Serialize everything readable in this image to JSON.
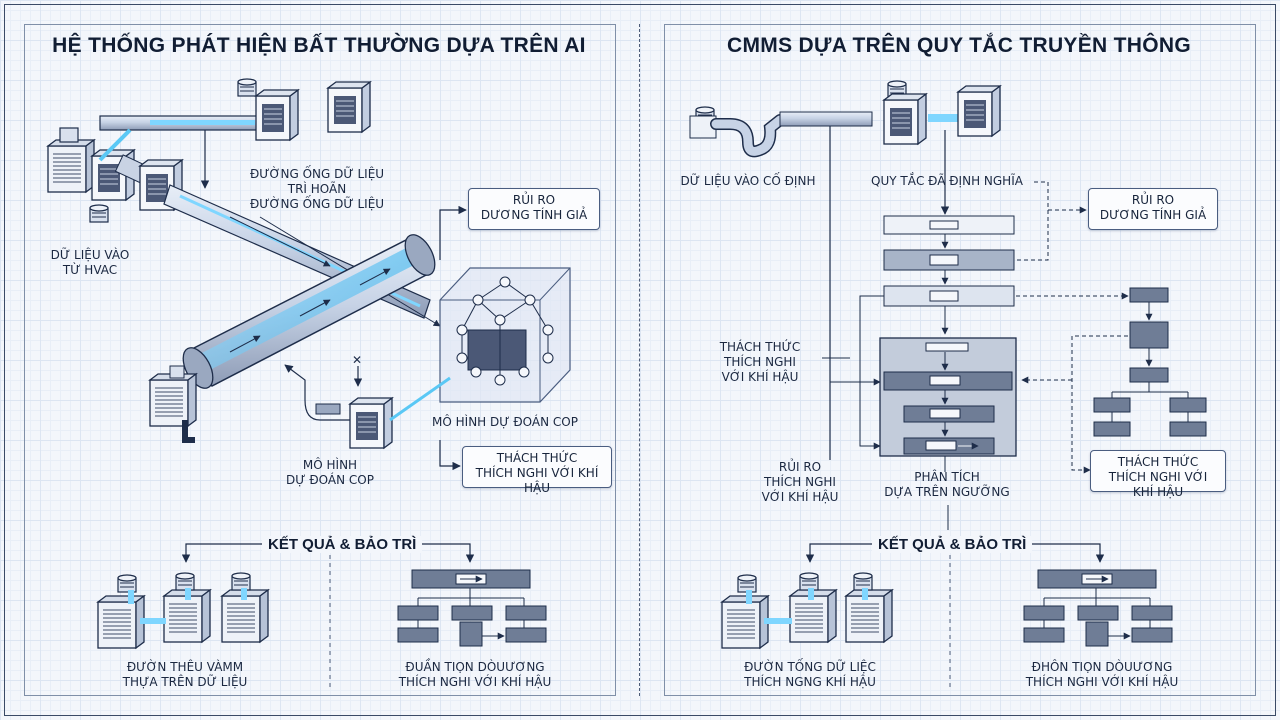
{
  "left": {
    "title": "HỆ THỐNG PHÁT HIỆN BẤT THƯỜNG DỰA TRÊN AI",
    "label_pipeline": [
      "ĐƯỜNG ỐNG DỮ LIỆU",
      "TRÌ HOÃN",
      "ĐƯỜNG ỐNG DỮ LIỆU"
    ],
    "label_hvac": [
      "DỮ LIỆU VÀO",
      "TỪ HVAC"
    ],
    "callout_false_positive": [
      "RỦI RO",
      "DƯƠNG TÍNH GIẢ"
    ],
    "label_model_right": "MÔ HÌNH DỰ ĐOÁN COP",
    "label_model_bottom": [
      "MÔ HÌNH",
      "DỰ ĐOÁN COP"
    ],
    "callout_climate": [
      "THÁCH THỨC",
      "THÍCH NGHI VỚI KHÍ HẬU"
    ],
    "section_results": "KẾT QUẢ & BẢO TRÌ",
    "label_results_left": [
      "ĐƯỜN THÊU VÀMM",
      "THỰA TRÊN DỮ LIỆU"
    ],
    "label_results_right": [
      "ĐUẦN TIỌN DÒUƯƠNG",
      "THÍCH NGHI VỚI KHÍ HẬU"
    ]
  },
  "right": {
    "title": "CMMS DỰA TRÊN QUY TẮC TRUYỀN THÔNG",
    "label_fixed_input": "DỮ LIỆU VÀO CỐ ĐỊNH",
    "label_rules": "QUY TẮC ĐÃ ĐỊNH NGHĨA",
    "callout_false_positive": [
      "RỦI RO",
      "DƯƠNG TÍNH GIẢ"
    ],
    "label_challenge": [
      "THÁCH THỨC",
      "THÍCH NGHI",
      "VỚI KHÍ HẬU"
    ],
    "label_risk": [
      "RỦI RO",
      "THÍCH NGHI",
      "VỚI KHÍ HẬU"
    ],
    "label_threshold": [
      "PHÂN TÍCH",
      "DỰA TRÊN NGƯỠNG"
    ],
    "callout_climate": [
      "THÁCH THỨC",
      "THÍCH NGHI VỚI KHÍ HẬU"
    ],
    "section_results": "KẾT QUẢ & BẢO TRÌ",
    "label_results_left": [
      "ĐƯỜN TỐNG DỮ LIỆC",
      "THÍCH NGNG KHÍ HẬU"
    ],
    "label_results_right": [
      "ĐHÔN TIỌN DÒUƯƠNG",
      "THÍCH NGHI VỚI KHÍ HẬU"
    ]
  },
  "colors": {
    "line": "#1e2d4a",
    "pipe_glow": "#5ac8f5",
    "box_fill": "#eef2f8",
    "dark_box": "#6f7d96"
  }
}
